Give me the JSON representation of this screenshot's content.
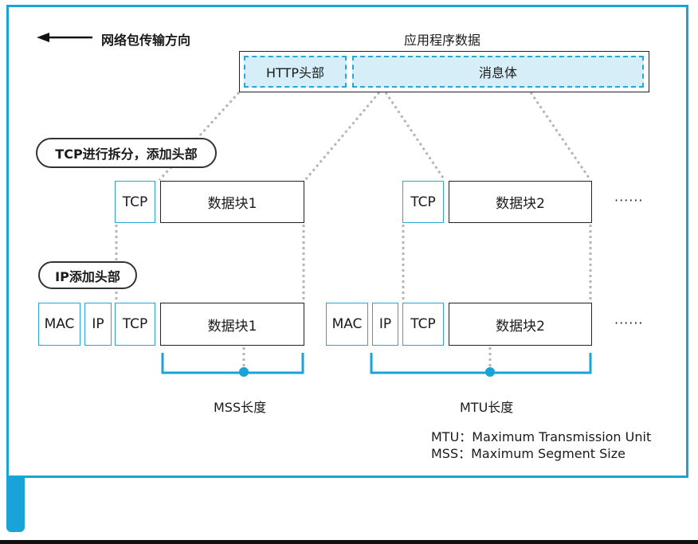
{
  "direction_label": "网络包传输方向",
  "app_data_label": "应用程序数据",
  "http_header": "HTTP头部",
  "message_body": "消息体",
  "tcp_step_label": "TCP进行拆分，添加头部",
  "ip_step_label": "IP添加头部",
  "tcp": "TCP",
  "ip": "IP",
  "mac": "MAC",
  "chunk1": "数据块1",
  "chunk2": "数据块2",
  "ellipsis": "······",
  "mss_label": "MSS长度",
  "mtu_label": "MTU长度",
  "legend": {
    "mtu": "MTU：Maximum Transmission Unit",
    "mss": "MSS：Maximum Segment Size"
  },
  "colors": {
    "accent": "#1aa3d9",
    "fill": "#d5eef8"
  }
}
